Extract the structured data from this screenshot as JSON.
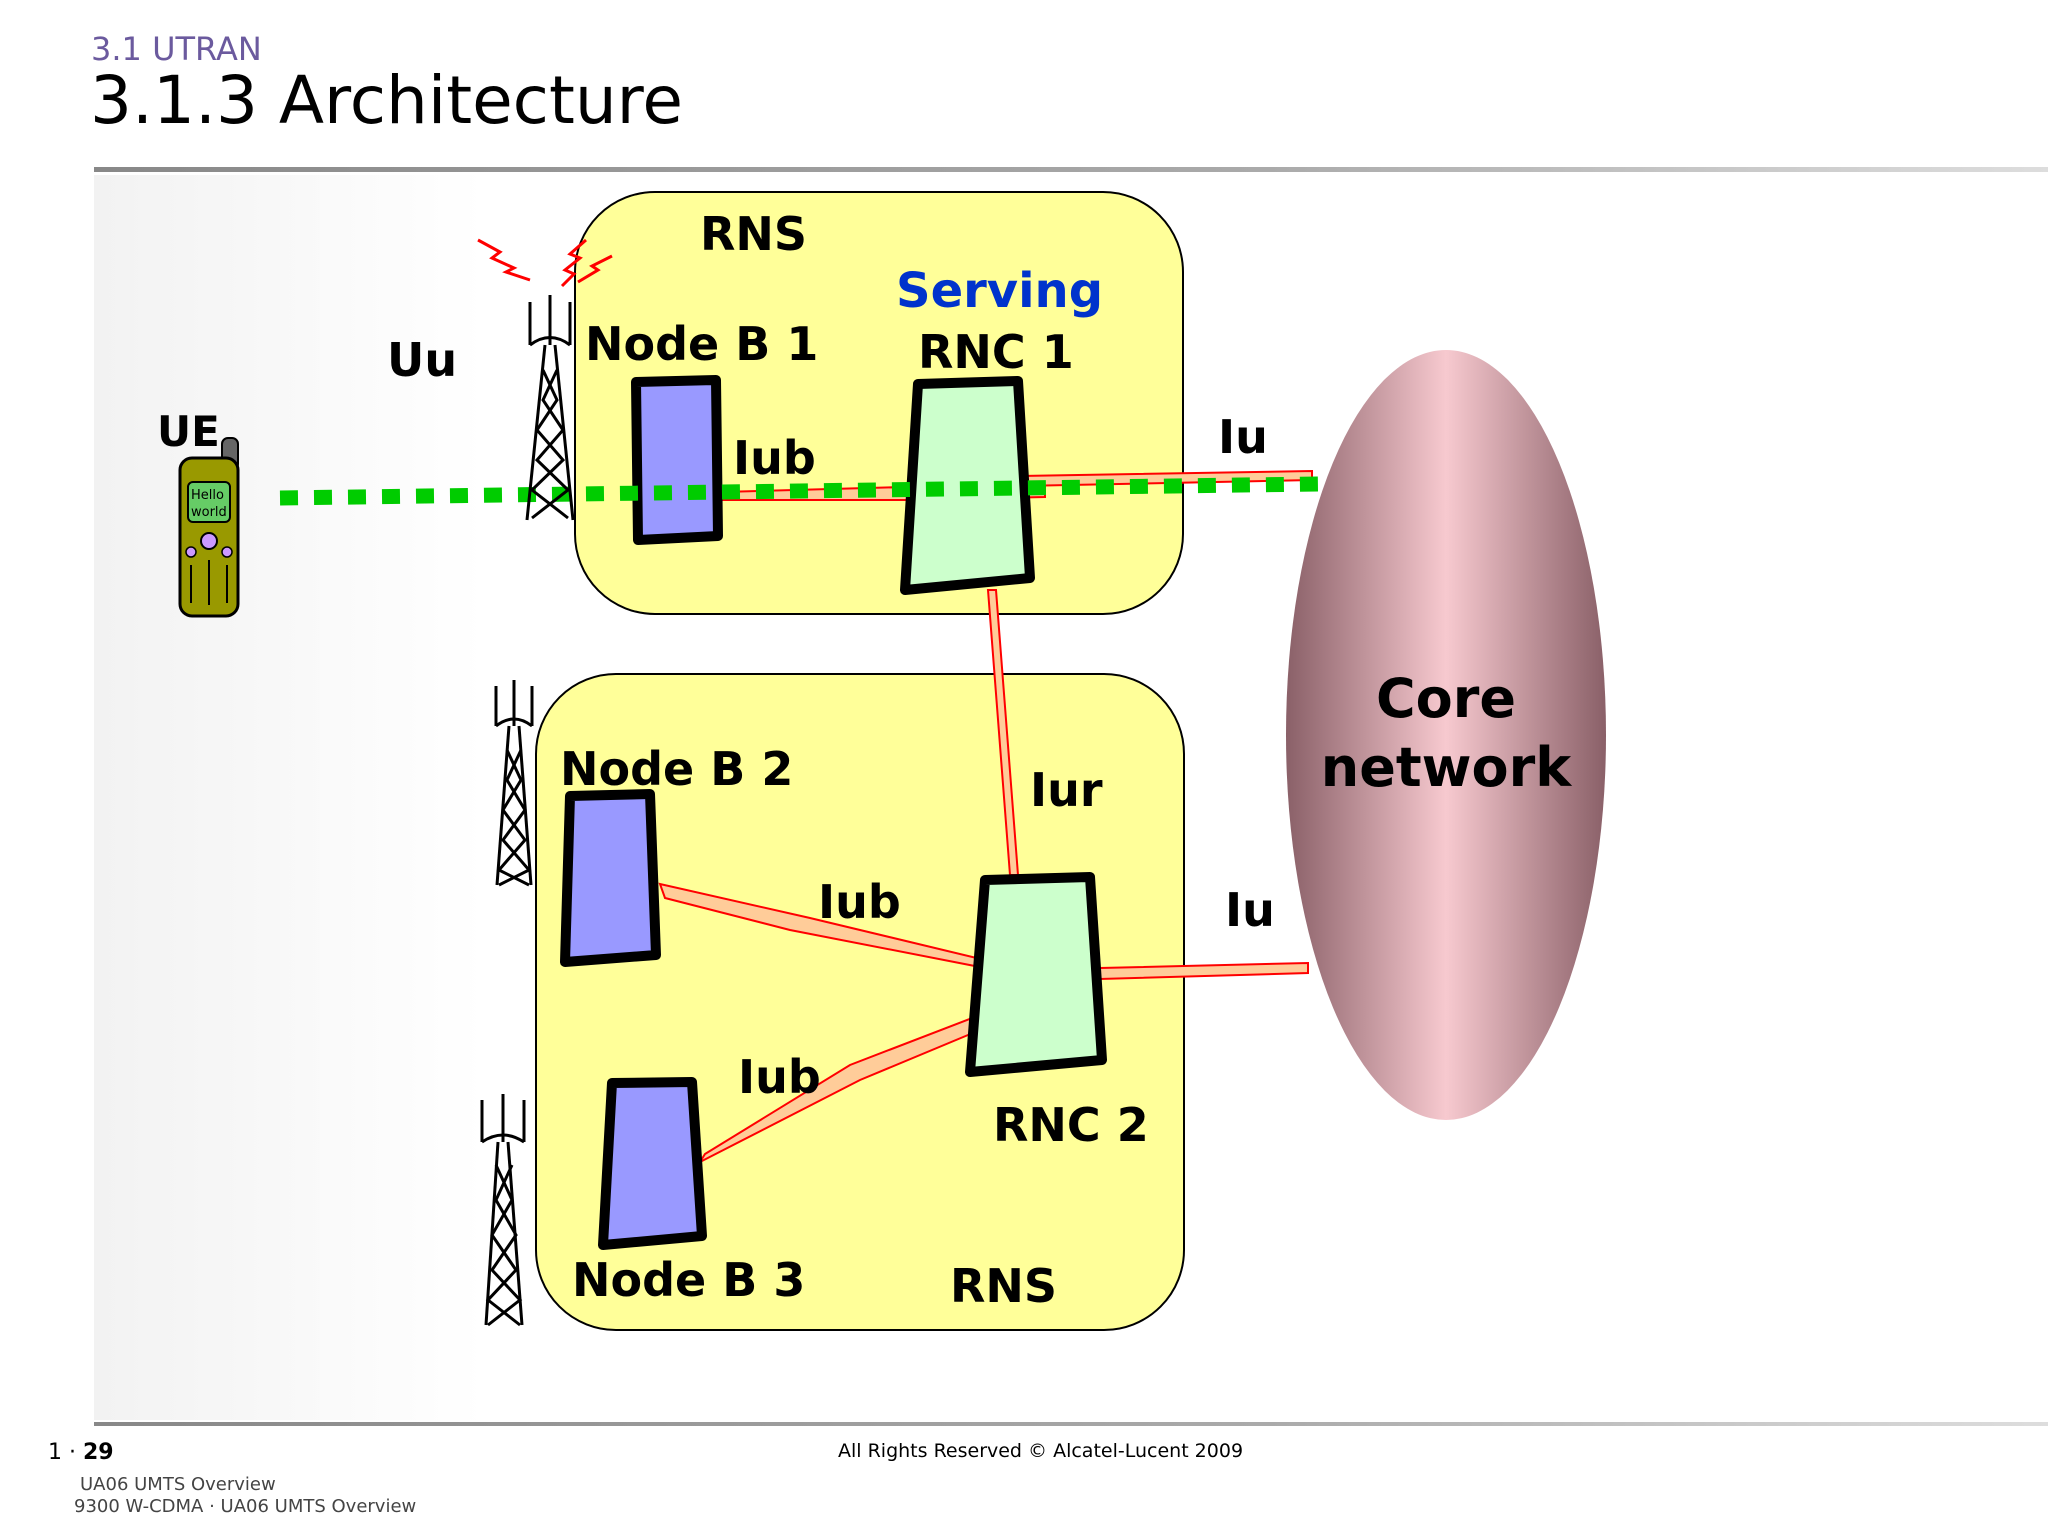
{
  "header": {
    "section": "3.1 UTRAN",
    "title": "3.1.3 Architecture"
  },
  "diagram": {
    "rns_top_label": "RNS",
    "rns_bottom_label": "RNS",
    "serving_label": "Serving",
    "rnc1_label": "RNC 1",
    "rnc2_label": "RNC 2",
    "nodeb1_label": "Node B 1",
    "nodeb2_label": "Node B 2",
    "nodeb3_label": "Node B 3",
    "ue_label": "UE",
    "uu_label": "Uu",
    "iub_top_label": "Iub",
    "iub_mid_label": "Iub",
    "iub_low_label": "Iub",
    "iu_top_label": "Iu",
    "iu_bottom_label": "Iu",
    "iur_label": "Iur",
    "core_line1": "Core",
    "core_line2": "network",
    "phone_screen_line1": "Hello",
    "phone_screen_line2": "world",
    "colors": {
      "rns_fill": "#ffff99",
      "nodeb_fill": "#9999ff",
      "rnc_fill": "#ccffcc",
      "serving_text": "#0033cc",
      "link_fill": "#ffcc99",
      "link_stroke": "#ff0000",
      "radio_path": "#00cc00",
      "phone_body": "#999900"
    }
  },
  "footer": {
    "page_prefix": "1 · ",
    "page_number": "29",
    "copyright": "All Rights Reserved © Alcatel-Lucent 2009",
    "course": "UA06 UMTS Overview",
    "product": "9300 W-CDMA · UA06 UMTS Overview"
  }
}
